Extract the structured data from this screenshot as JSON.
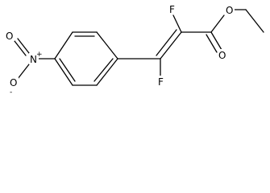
{
  "molecule": {
    "atoms": {
      "ester_oxygen": "O",
      "carbonyl_oxygen": "O",
      "alpha_fluorine": "F",
      "beta_fluorine": "F",
      "nitro_nitrogen": "N",
      "nitro_oxygen_top": "O",
      "nitro_oxygen_bottom": "O"
    },
    "charges": {
      "nitro_nitrogen": "+",
      "nitro_oxygen_bottom": "-"
    }
  }
}
